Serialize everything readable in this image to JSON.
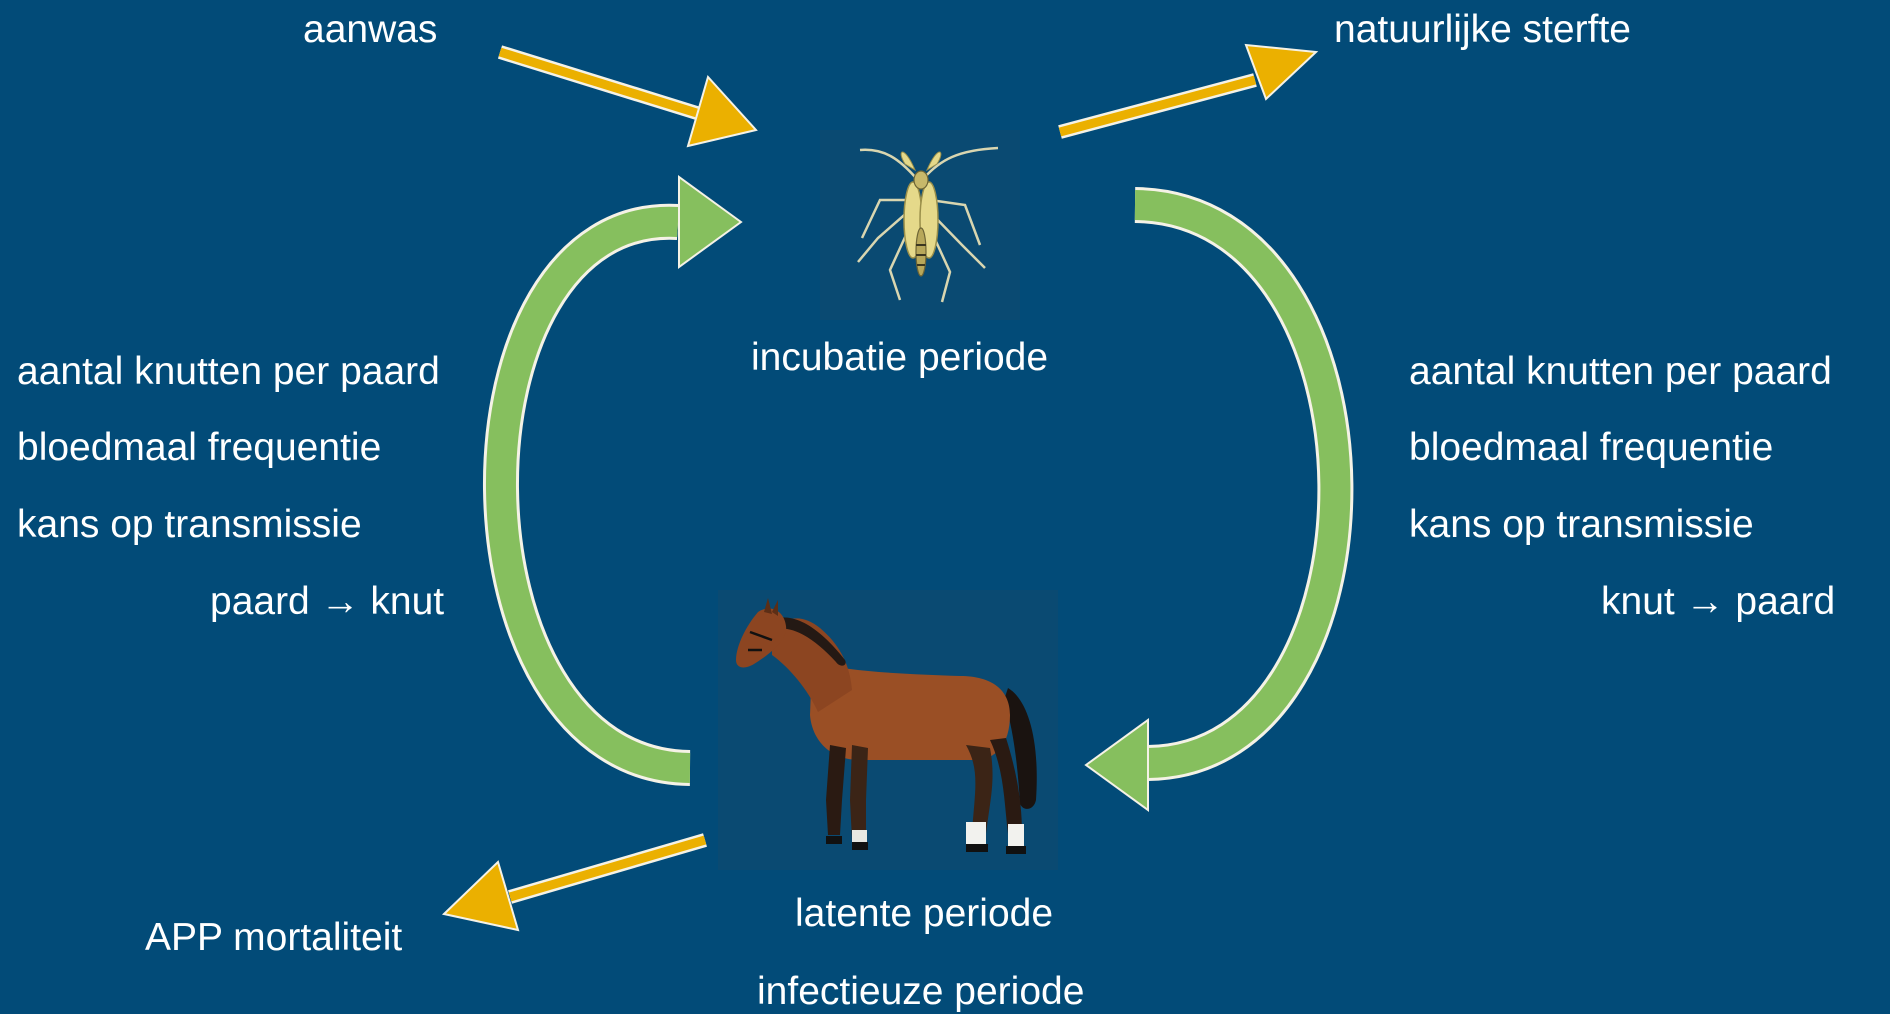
{
  "colors": {
    "background": "#024b78",
    "flow_arrow": "#ebb000",
    "cycle_arrow": "#86bf5e",
    "text": "#ffffff"
  },
  "flows": {
    "inflow": "aanwas",
    "natural_death": "natuurlijke sterfte",
    "app_mortality": "APP mortaliteit"
  },
  "midge": {
    "icon": "midge-image",
    "state": "incubatie periode"
  },
  "horse": {
    "icon": "horse-image",
    "state_latent": "latente periode",
    "state_infectious": "infectieuze periode"
  },
  "left_params": {
    "line1": "aantal knutten per paard",
    "line2": "bloedmaal frequentie",
    "line3": "kans op transmissie",
    "direction": "paard → knut"
  },
  "right_params": {
    "line1": "aantal knutten per paard",
    "line2": "bloedmaal frequentie",
    "line3": "kans op transmissie",
    "direction": "knut → paard"
  }
}
